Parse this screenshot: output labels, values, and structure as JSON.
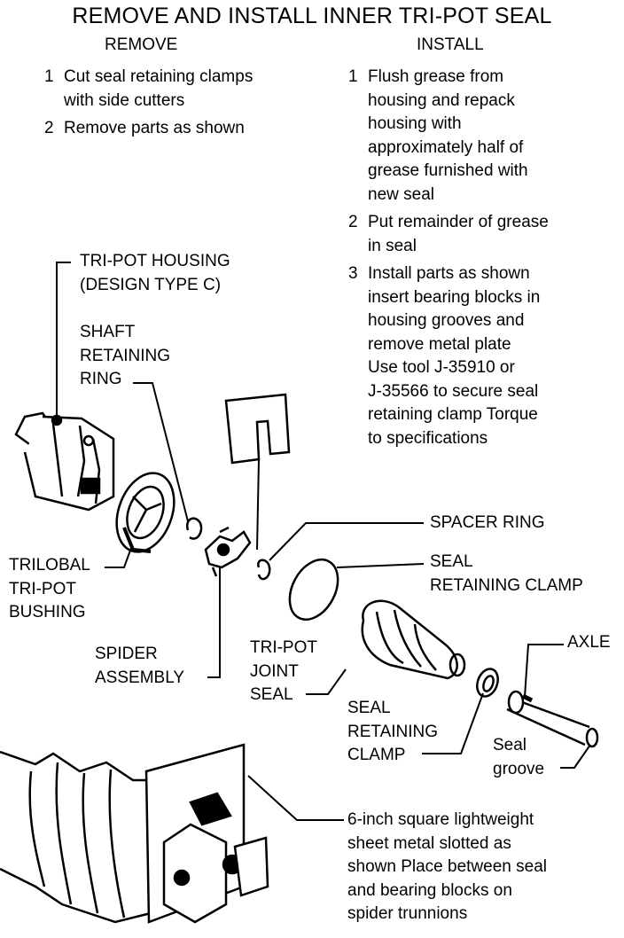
{
  "title": "REMOVE AND INSTALL INNER TRI-POT SEAL",
  "remove": {
    "heading": "REMOVE",
    "steps": [
      {
        "num": "1",
        "text": [
          "Cut seal retaining clamps",
          "with side cutters"
        ]
      },
      {
        "num": "2",
        "text": [
          "Remove parts as shown"
        ]
      }
    ]
  },
  "install": {
    "heading": "INSTALL",
    "steps": [
      {
        "num": "1",
        "text": [
          "Flush grease from",
          "housing and repack",
          "housing with",
          "approximately half of",
          "grease furnished with",
          "new seal"
        ]
      },
      {
        "num": "2",
        "text": [
          "Put remainder of grease",
          "in seal"
        ]
      },
      {
        "num": "3",
        "text": [
          "Install parts as shown",
          "insert bearing blocks in",
          "housing grooves and",
          "remove metal plate",
          "Use tool J-35910 or",
          "J-35566 to secure seal",
          "retaining clamp  Torque",
          "to specifications"
        ]
      }
    ]
  },
  "labels": {
    "tripot_housing": [
      "TRI-POT HOUSING",
      "(DESIGN TYPE C)"
    ],
    "shaft_retaining_ring": [
      "SHAFT",
      "RETAINING",
      "RING"
    ],
    "spacer_ring": "SPACER RING",
    "seal_clamp_upper": [
      "SEAL",
      "RETAINING CLAMP"
    ],
    "trilobal": [
      "TRILOBAL",
      "TRI-POT",
      "BUSHING"
    ],
    "spider": [
      "SPIDER",
      "ASSEMBLY"
    ],
    "tripot_joint_seal": [
      "TRI-POT",
      "JOINT",
      "SEAL"
    ],
    "axle": "AXLE",
    "seal_clamp_lower": [
      "SEAL",
      "RETAINING",
      "CLAMP"
    ],
    "seal_groove": [
      "Seal",
      "groove"
    ],
    "sheet_metal_note": [
      "6-inch square lightweight",
      "sheet metal slotted as",
      "shown Place between seal",
      "and bearing blocks on",
      "spider trunnions"
    ]
  }
}
